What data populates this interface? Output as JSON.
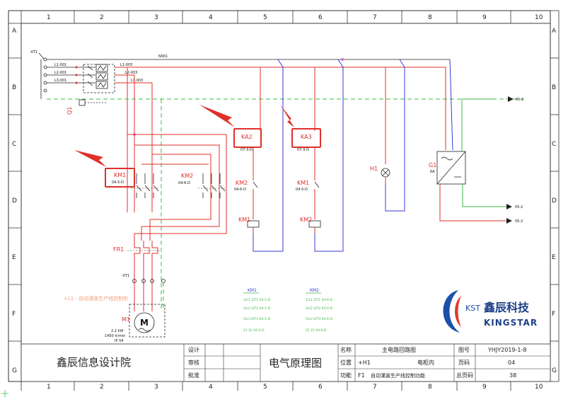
{
  "grid": {
    "cols": [
      "1",
      "2",
      "3",
      "4",
      "5",
      "6",
      "7",
      "8",
      "9",
      "10"
    ],
    "rows": [
      "A",
      "B",
      "C",
      "D",
      "E",
      "F",
      "G"
    ]
  },
  "terminals": {
    "xt1_top": "-XT1",
    "xt1_bottom": "-XT1",
    "q1": "Q1",
    "wire_l1": "L1-001",
    "wire_l2": "L2-001",
    "wire_l3": "L3-001",
    "wire_l1b": "L1-003",
    "wire_l2b": "L2-003",
    "wire_l3b": "L3-003",
    "bus_n": "N001"
  },
  "arrows": {
    "b_right": "05-2",
    "d_right_1": "05-2",
    "d_right_2": "05-2"
  },
  "components": {
    "km1": {
      "name": "KM1",
      "ref": "04-5-D"
    },
    "km2": {
      "name": "KM2",
      "ref": "04-6-D"
    },
    "fr1": "FR1",
    "m1": {
      "name": "M1",
      "power": "2.2 kW",
      "speed": "1450 tr/min",
      "ip": "IP 54"
    },
    "ka2": {
      "name": "KA2",
      "ref": "07-3-D"
    },
    "ka3": {
      "name": "KA3",
      "ref": "07-3-D"
    },
    "coil_km2": {
      "name": "KM2",
      "ref": "04-6-D"
    },
    "coil_km1": {
      "name": "KM1",
      "ref": "04-5-D"
    },
    "coil_km1_label": "KM1",
    "coil_km2_label": "KM2",
    "h1": "H1",
    "g1": {
      "name": "G1",
      "rating": "6A"
    }
  },
  "notes": {
    "page_ref": "+L1 - 自动灌装生产线控制柜"
  },
  "contact_tables": {
    "km1": {
      "title": "KM1",
      "rows": [
        "1/L1  2/T1  04-5-D",
        "3/L2  4/T2  04-5-D",
        "5/L3  6/T3  04-5-D",
        "21    22    04-5-D"
      ]
    },
    "km2": {
      "title": "KM2",
      "rows": [
        "1/L1  2/T1  04-6-D",
        "3/L2  4/T2  04-6-D",
        "5/L3  6/T3  04-6-D",
        "21    22    04-6-D"
      ]
    }
  },
  "logo": {
    "abbr": "KST",
    "company_cn": "鑫辰科技",
    "company_en": "KINGSTAR"
  },
  "title_block": {
    "org": "鑫辰信息设计院",
    "design": "设计",
    "review": "审核",
    "approve": "批准",
    "drawing_title": "电气原理图",
    "name_label": "名称",
    "name_value": "主电路回路图",
    "location_label": "位置",
    "location_value": "+H1",
    "location_value2": "电柜内",
    "function_label": "功能",
    "function_value": "F1",
    "function_value2": "自动灌装生产线控制功能",
    "drawing_no_label": "图号",
    "drawing_no_value": "YHJY2019-1-8",
    "page_label": "页码",
    "page_value": "04",
    "total_label": "总页码",
    "total_value": "38"
  }
}
